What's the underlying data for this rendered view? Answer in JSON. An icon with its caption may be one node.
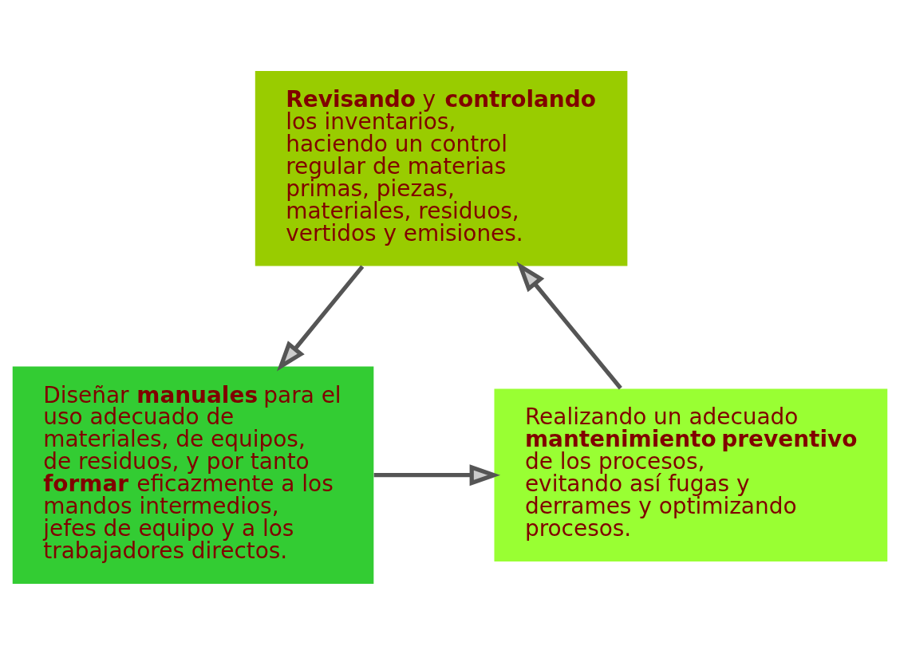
{
  "diagram": {
    "nodes": [
      {
        "text": [
          "**Revisando** y **controlando** los inventarios, haciendo un control regular de materias primas, piezas, materiales, residuos, vertidos y emisiones."
        ]
      },
      {
        "text": [
          "Diseñar **manuales** para el uso adecuado de materiales, de equipos, de residuos, y por tanto **formar** eficazmente a los mandos intermedios, jefes de equipo y a los trabajadores directos."
        ]
      },
      {
        "text": [
          "Realizando un adecuado **mantenimiento preventivo** de los procesos, evitando así fugas y derrames y optimizando procesos."
        ]
      }
    ],
    "edges": [
      {
        "from": 0,
        "to": 1,
        "arrow": "to"
      },
      {
        "from": 1,
        "to": 2,
        "arrow": "to"
      },
      {
        "from": 2,
        "to": 0,
        "arrow": "to"
      }
    ]
  }
}
